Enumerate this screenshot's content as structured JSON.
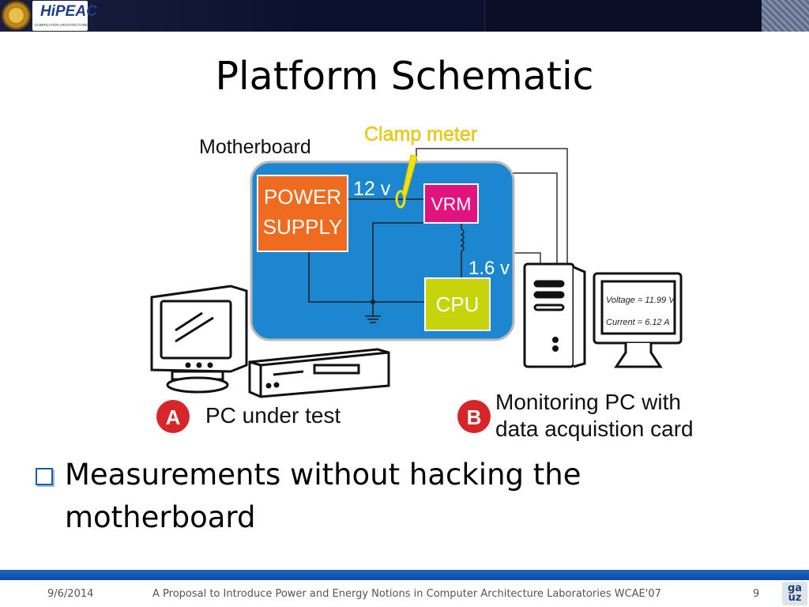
{
  "header": {
    "hipeac_logo_text": "HiPEAC",
    "hipeac_logo_subtext": "COMPILATION ARCHITECTURE"
  },
  "slide": {
    "title": "Platform Schematic",
    "bullet": "Measurements without hacking the motherboard"
  },
  "diagram": {
    "motherboard_label": "Motherboard",
    "clamp_meter_label": "Clamp meter",
    "power_supply_label_line1": "POWER",
    "power_supply_label_line2": "SUPPLY",
    "voltage_12": "12 v",
    "vrm_label": "VRM",
    "voltage_16": "1.6 v",
    "cpu_label": "CPU",
    "voltage_readout": "Voltage = 11.99 V",
    "current_readout": "Current = 6.12 A",
    "badge_a": "A",
    "badge_b": "B",
    "pc_under_test": "PC under test",
    "monitoring_line1": "Monitoring PC with",
    "monitoring_line2": "data acquistion card",
    "colors": {
      "motherboard": "#1c87d0",
      "power_supply": "#ef6b1f",
      "vrm": "#e0137f",
      "cpu": "#c8d40b",
      "clamp": "#f2e00b",
      "badge": "#d7262a"
    }
  },
  "footer": {
    "date": "9/6/2014",
    "center": "A Proposal to Introduce Power and Energy Notions in Computer Architecture Laboratories WCAE'07",
    "page": "9",
    "logo_text": "ga uz"
  }
}
